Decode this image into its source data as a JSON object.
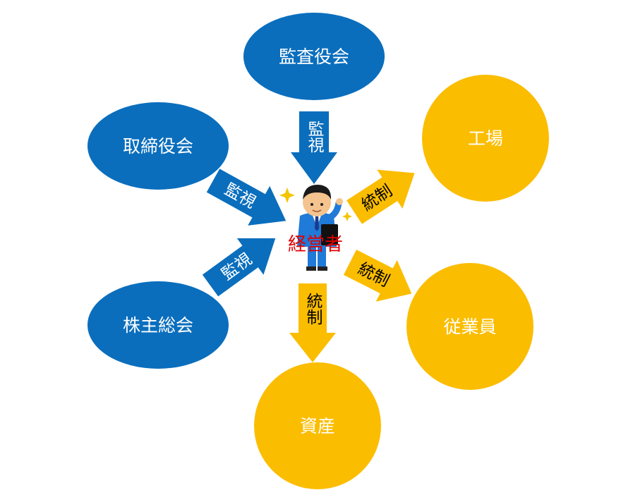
{
  "colors": {
    "overseer": "#0a6ebd",
    "controlled": "#fbbd00",
    "manager_label": "#e00000",
    "suit": "#1f7ad8",
    "skin": "#f4c38e",
    "hair": "#1a1a1a"
  },
  "nodes": {
    "audit_board": "監査役会",
    "board_of_directors": "取締役会",
    "shareholders_meeting": "株主総会",
    "factory": "工場",
    "employees": "従業員",
    "assets": "資産"
  },
  "center": {
    "label": "経営者",
    "icon": "businessman-icon"
  },
  "arrows": {
    "monitor_label": "監視",
    "control_label": "統制"
  }
}
